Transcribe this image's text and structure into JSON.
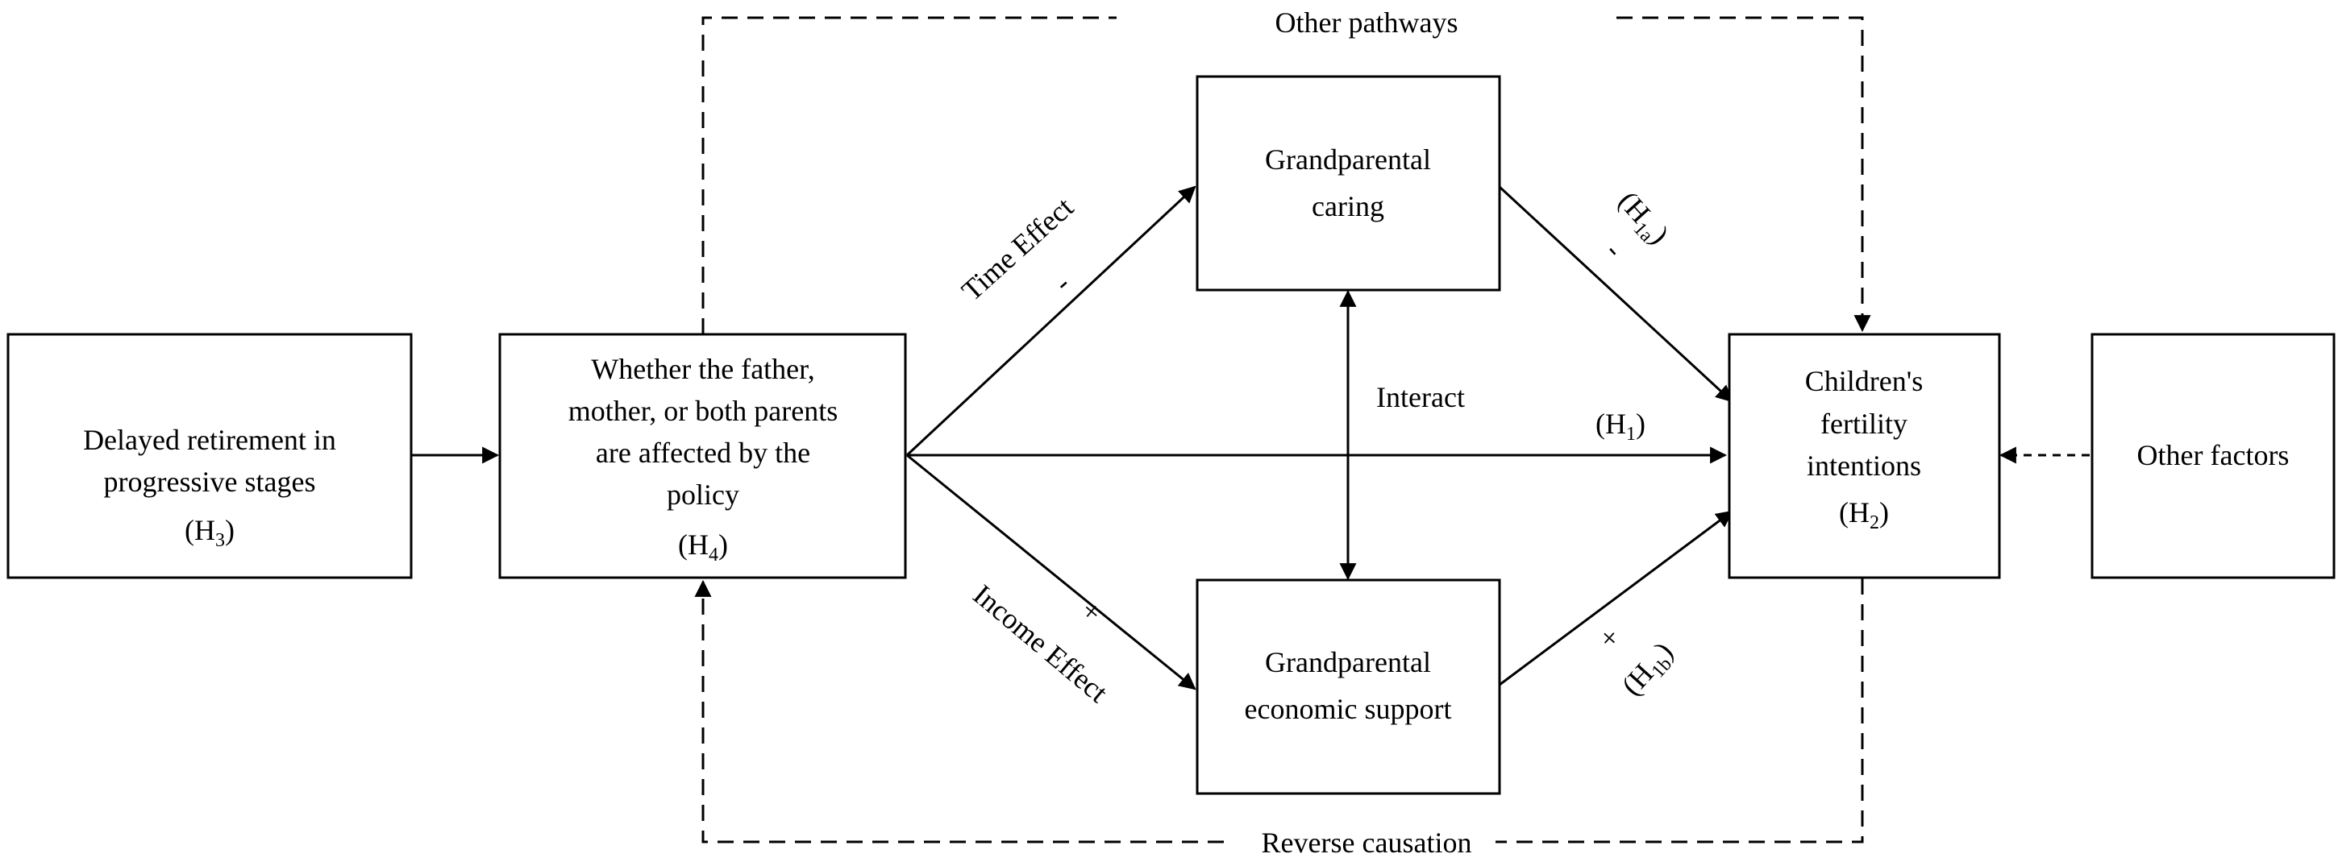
{
  "nodes": {
    "delayed": {
      "line1": "Delayed retirement in",
      "line2": "progressive stages",
      "h": "H",
      "hsub": "3"
    },
    "whether": {
      "line1": "Whether the father,",
      "line2": "mother, or both parents",
      "line3": "are affected by the",
      "line4": "policy",
      "h": "H",
      "hsub": "4"
    },
    "caring": {
      "line1": "Grandparental",
      "line2": "caring"
    },
    "economic": {
      "line1": "Grandparental",
      "line2": "economic support"
    },
    "children": {
      "line1": "Children's",
      "line2": "fertility",
      "line3": "intentions",
      "h": "H",
      "hsub": "2"
    },
    "other_factors": {
      "label": "Other factors"
    }
  },
  "edges": {
    "time_effect": {
      "label": "Time Effect",
      "sign": "-"
    },
    "income_effect": {
      "label": "Income Effect",
      "sign": "+"
    },
    "interact": {
      "label": "Interact"
    },
    "h1": {
      "h": "H",
      "hsub": "1"
    },
    "h1a": {
      "h": "H",
      "hsub": "1a",
      "sign": "-"
    },
    "h1b": {
      "h": "H",
      "hsub": "1b",
      "sign": "+"
    },
    "other_pathways": {
      "label": "Other pathways"
    },
    "reverse_causation": {
      "label": "Reverse causation"
    }
  },
  "paren_open": "(",
  "paren_close": ")"
}
